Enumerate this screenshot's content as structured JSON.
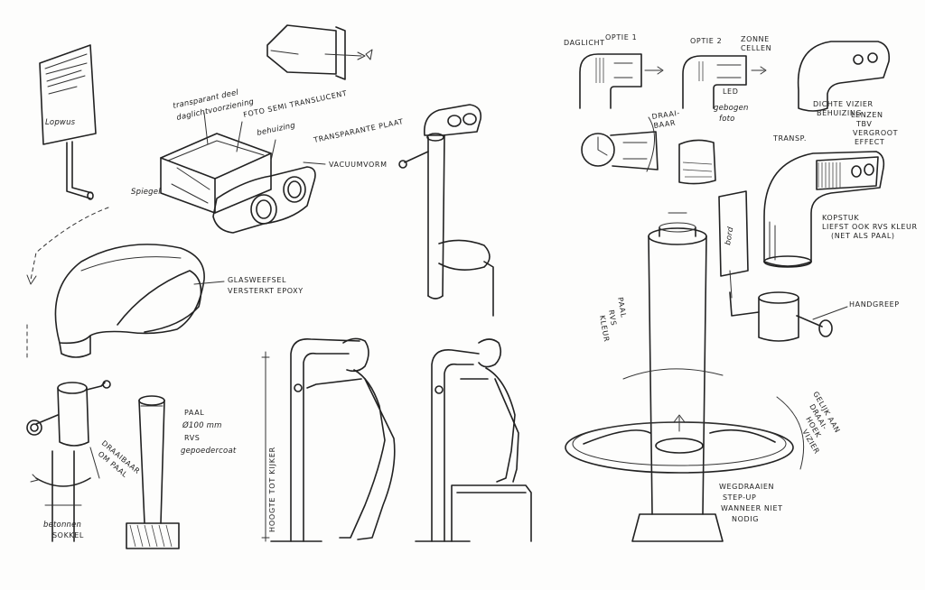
{
  "sheet": {
    "sign_label": "Lopwus",
    "annotations": {
      "transparant_deel": "transparant deel",
      "daglichtvoorziening": "daglichtvoorziening",
      "foto_semi": "FOTO SEMI TRANSLUCENT",
      "behuizing": "behuizing",
      "transparante_plaat": "TRANSPARANTE PLAAT",
      "vacuumvorm": "VACUUMVORM",
      "spiegel": "Spiegel",
      "glasweefsel": "GLASWEEFSEL",
      "versterkt_epoxy": "VERSTERKT EPOXY",
      "draaibaar": "DRAAIBAAR",
      "om_paal": "OM PAAL",
      "paal": "PAAL",
      "diameter": "Ø100 mm",
      "rvs": "RVS",
      "gepoedercoat": "gepoedercoat",
      "betonnen_sokkel_1": "betonnen",
      "betonnen_sokkel_2": "SOKKEL",
      "hoogte_tot_kijker": "HOOGTE TOT KIJKER",
      "daglicht": "DAGLICHT",
      "optie1": "OPTIE 1",
      "optie2": "OPTIE 2",
      "zonnecellen_1": "ZONNE",
      "zonnecellen_2": "CELLEN",
      "led": "LED",
      "draaibaar_2a": "DRAAI-",
      "draaibaar_2b": "BAAR",
      "gebogen_1": "gebogen",
      "gebogen_2": "foto",
      "bord": "bord",
      "dichte_vizier_1": "DICHTE VIZIER",
      "dichte_vizier_2": "BEHUIZING",
      "lenzen_1": "LENZEN",
      "lenzen_2": "TBV",
      "lenzen_3": "VERGROOT",
      "lenzen_4": "EFFECT",
      "transp": "TRANSP.",
      "kopstuk_1": "KOPSTUK",
      "kopstuk_2": "LIEFST OOK RVS KLEUR",
      "kopstuk_3": "(NET ALS PAAL)",
      "handgreep": "HANDGREEP",
      "paal_2": "PAAL",
      "rvs_2": "RVS",
      "kleur": "KLEUR",
      "gelijk_1": "GELIJK AAN",
      "gelijk_2": "DRAAI-",
      "gelijk_3": "HOEK",
      "gelijk_4": "VIZIER",
      "wegdraaien_1": "WEGDRAAIEN",
      "wegdraaien_2": "STEP-UP",
      "wegdraaien_3": "WANNEER NIET",
      "wegdraaien_4": "NODIG"
    }
  }
}
